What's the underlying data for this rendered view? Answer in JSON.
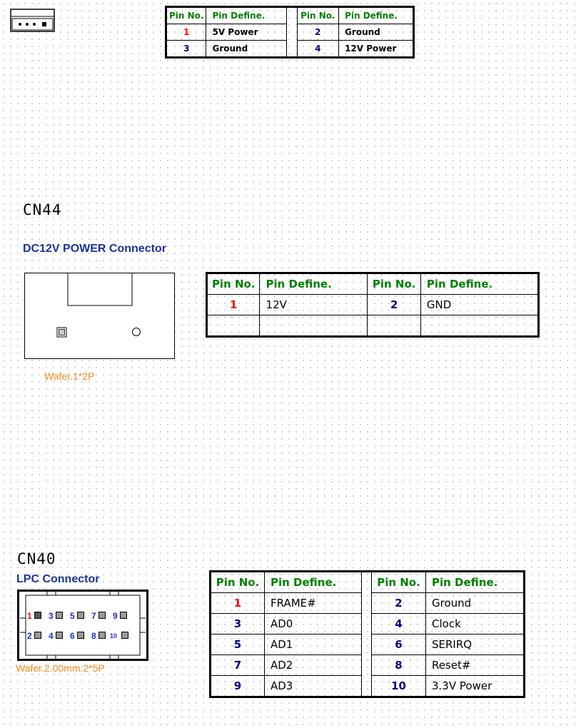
{
  "header_table": {
    "headers": [
      "Pin No.",
      "Pin Define.",
      "Pin No.",
      "Pin Define."
    ],
    "rows": [
      {
        "pin_a": "1",
        "def_a": "5V Power",
        "pin_b": "2",
        "def_b": "Ground"
      },
      {
        "pin_a": "3",
        "def_a": "Ground",
        "pin_b": "4",
        "def_b": "12V Power"
      }
    ]
  },
  "cn44": {
    "title": "CN44",
    "subtitle": "DC12V POWER Connector",
    "wafer_label": "Wafer.1*2P",
    "headers": [
      "Pin No.",
      "Pin Define.",
      "Pin No.",
      "Pin Define."
    ],
    "rows": [
      {
        "pin_a": "1",
        "def_a": "12V",
        "pin_b": "2",
        "def_b": "GND"
      },
      {
        "pin_a": "",
        "def_a": "",
        "pin_b": "",
        "def_b": ""
      }
    ]
  },
  "cn40": {
    "title": "CN40",
    "subtitle": "LPC Connector",
    "wafer_label": "Wafer.2.00mm.2*5P",
    "top_pins": [
      "1",
      "3",
      "5",
      "7",
      "9"
    ],
    "bottom_pins": [
      "2",
      "4",
      "6",
      "8",
      "10"
    ],
    "headers": [
      "Pin No.",
      "Pin Define.",
      "Pin No.",
      "Pin Define."
    ],
    "rows": [
      {
        "pin_a": "1",
        "def_a": "FRAME#",
        "pin_b": "2",
        "def_b": "Ground"
      },
      {
        "pin_a": "3",
        "def_a": "AD0",
        "pin_b": "4",
        "def_b": "Clock"
      },
      {
        "pin_a": "5",
        "def_a": "AD1",
        "pin_b": "6",
        "def_b": "SERIRQ"
      },
      {
        "pin_a": "7",
        "def_a": "AD2",
        "pin_b": "8",
        "def_b": "Reset#"
      },
      {
        "pin_a": "9",
        "def_a": "AD3",
        "pin_b": "10",
        "def_b": "3.3V Power"
      }
    ]
  }
}
